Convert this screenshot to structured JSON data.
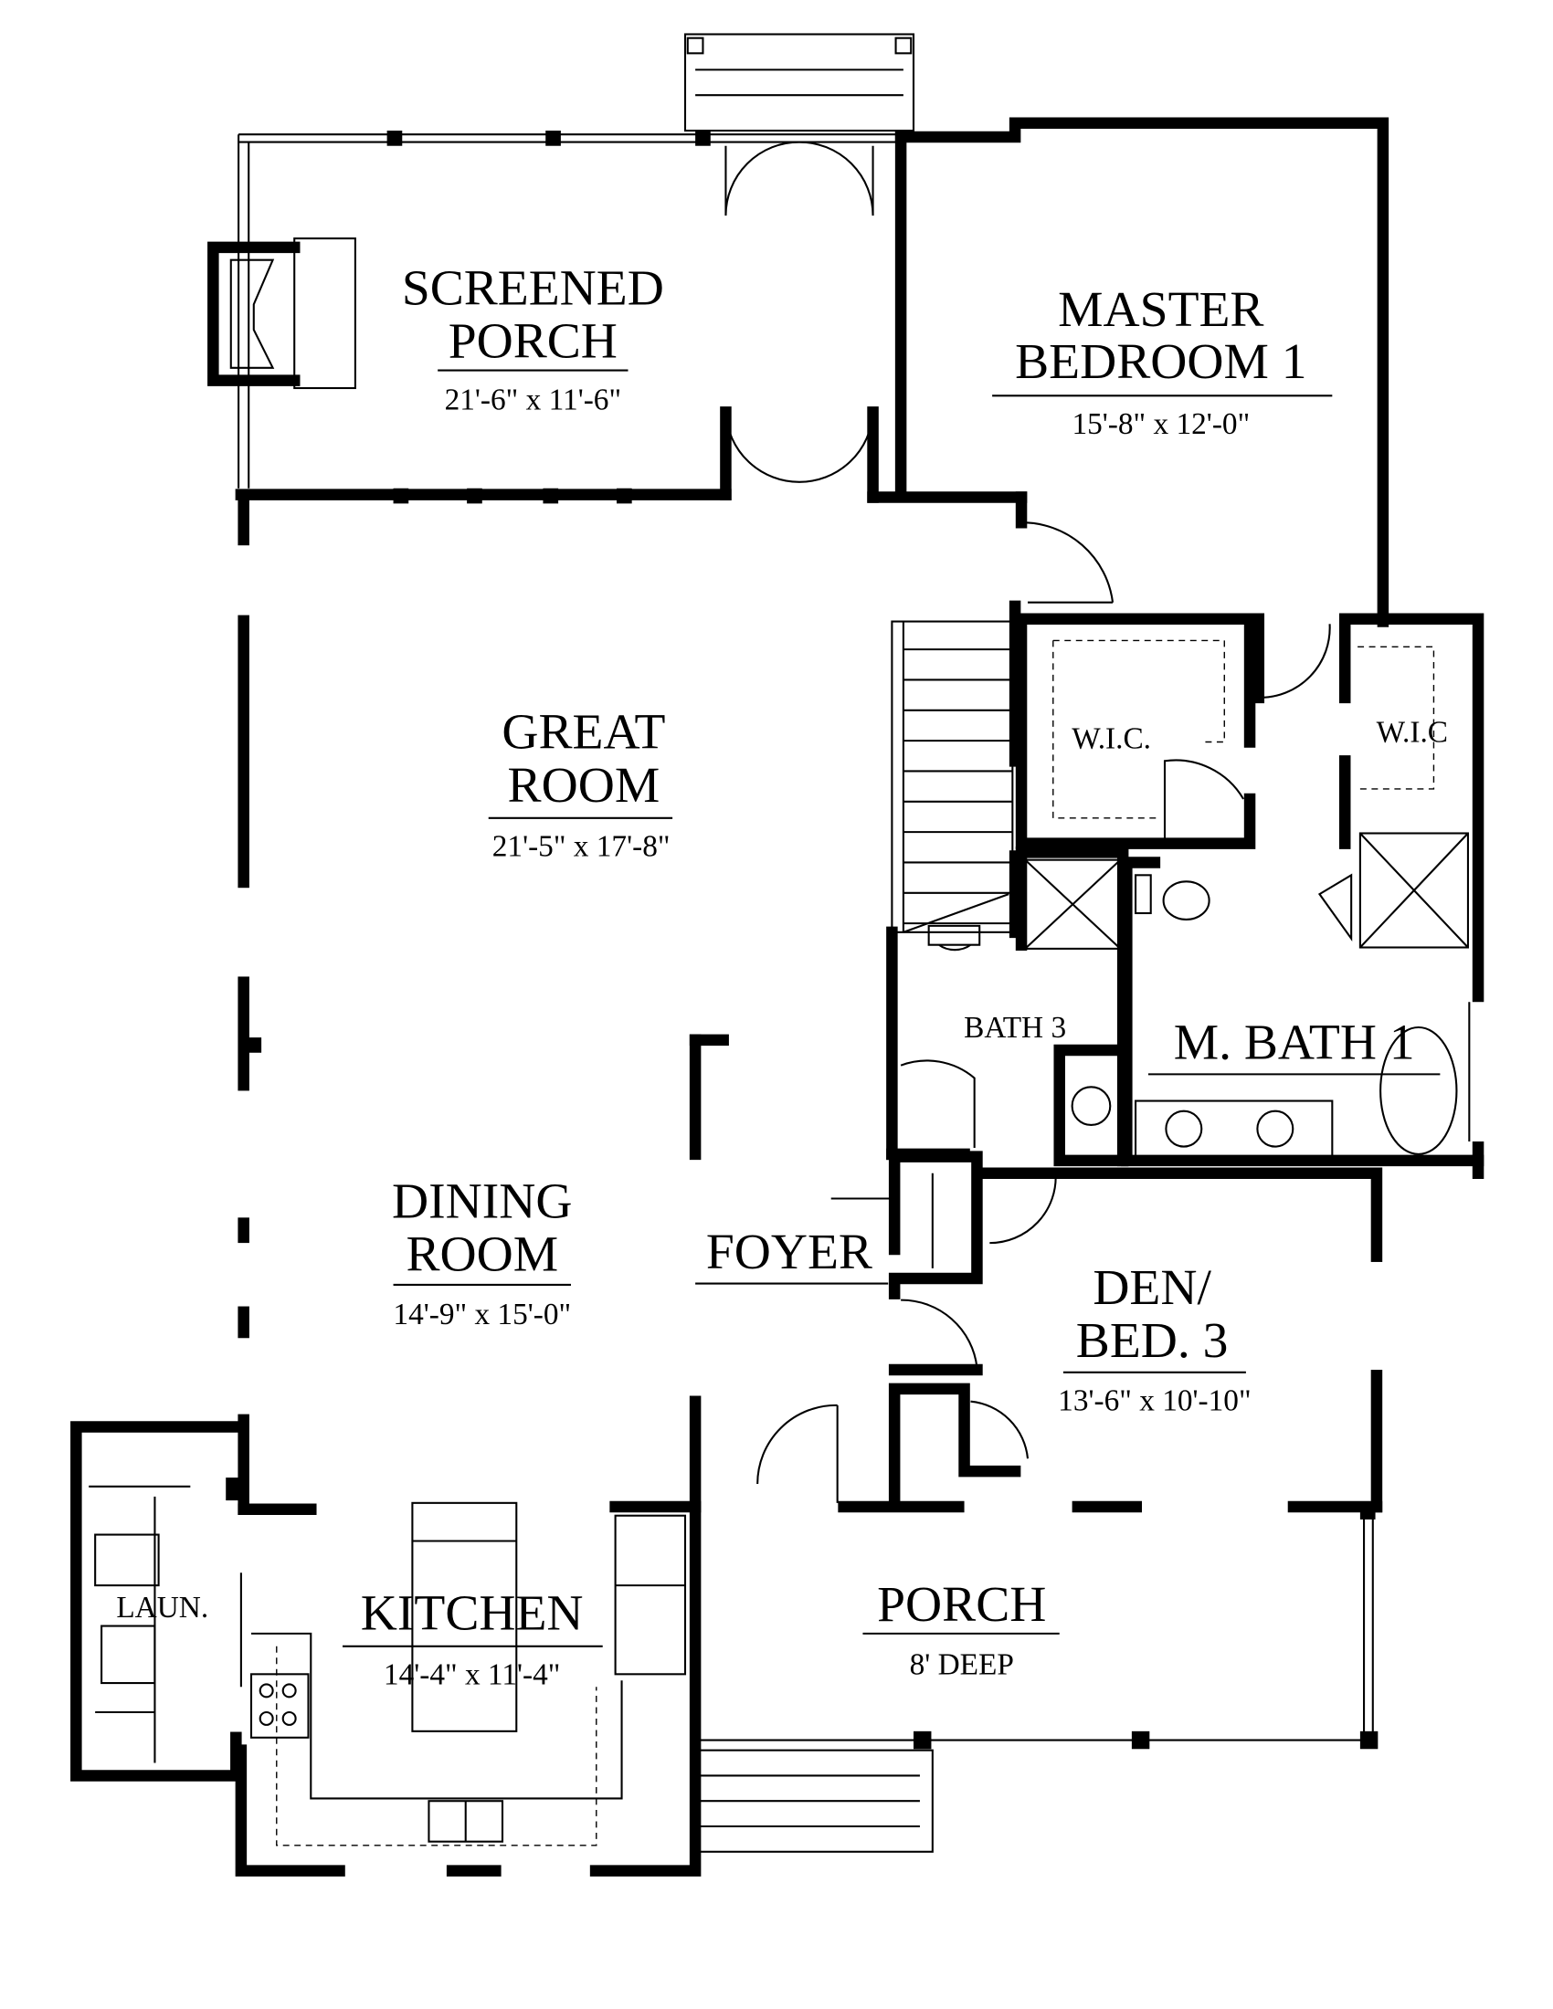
{
  "rooms": {
    "screened_porch": {
      "name_line1": "SCREENED",
      "name_line2": "PORCH",
      "size": "21'-6\" x 11'-6\""
    },
    "master_bedroom": {
      "name_line1": "MASTER",
      "name_line2": "BEDROOM 1",
      "size": "15'-8\" x 12'-0\""
    },
    "great_room": {
      "name_line1": "GREAT",
      "name_line2": "ROOM",
      "size": "21'-5\" x 17'-8\""
    },
    "wic_1": {
      "name": "W.I.C."
    },
    "wic_2": {
      "name": "W.I.C"
    },
    "bath_3": {
      "name": "BATH 3"
    },
    "master_bath": {
      "name": "M. BATH 1"
    },
    "dining_room": {
      "name_line1": "DINING",
      "name_line2": "ROOM",
      "size": "14'-9\" x 15'-0\""
    },
    "foyer": {
      "name": "FOYER"
    },
    "den": {
      "name_line1": "DEN/",
      "name_line2": "BED. 3",
      "size": "13'-6\" x 10'-10\""
    },
    "laundry": {
      "name": "LAUN."
    },
    "kitchen": {
      "name": "KITCHEN",
      "size": "14'-4\" x 11'-4\""
    },
    "porch": {
      "name": "PORCH",
      "size": "8' DEEP"
    }
  }
}
